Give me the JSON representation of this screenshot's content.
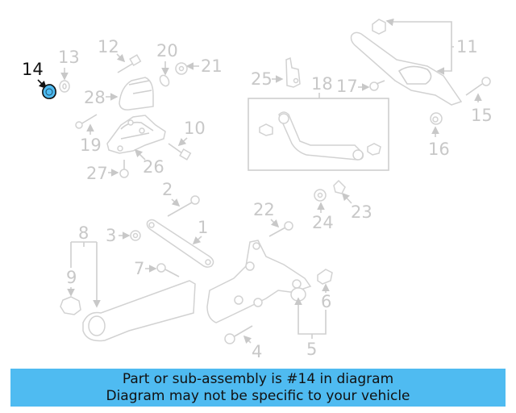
{
  "diagram": {
    "highlighted_part": "14",
    "highlight_color": "#4fbbf1",
    "label_color": "#c8c8c8",
    "callouts": [
      {
        "id": "1",
        "label": "1"
      },
      {
        "id": "2",
        "label": "2"
      },
      {
        "id": "3",
        "label": "3"
      },
      {
        "id": "4",
        "label": "4"
      },
      {
        "id": "5",
        "label": "5"
      },
      {
        "id": "6",
        "label": "6"
      },
      {
        "id": "7",
        "label": "7"
      },
      {
        "id": "8",
        "label": "8"
      },
      {
        "id": "9",
        "label": "9"
      },
      {
        "id": "10",
        "label": "10"
      },
      {
        "id": "11",
        "label": "11"
      },
      {
        "id": "12",
        "label": "12"
      },
      {
        "id": "13",
        "label": "13"
      },
      {
        "id": "14",
        "label": "14"
      },
      {
        "id": "15",
        "label": "15"
      },
      {
        "id": "16",
        "label": "16"
      },
      {
        "id": "17",
        "label": "17"
      },
      {
        "id": "18",
        "label": "18"
      },
      {
        "id": "19",
        "label": "19"
      },
      {
        "id": "20",
        "label": "20"
      },
      {
        "id": "21",
        "label": "21"
      },
      {
        "id": "22",
        "label": "22"
      },
      {
        "id": "23",
        "label": "23"
      },
      {
        "id": "24",
        "label": "24"
      },
      {
        "id": "25",
        "label": "25"
      },
      {
        "id": "26",
        "label": "26"
      },
      {
        "id": "27",
        "label": "27"
      },
      {
        "id": "28",
        "label": "28"
      }
    ]
  },
  "banner": {
    "line1": "Part or sub-assembly is #14 in diagram",
    "line2": "Diagram may not be specific to your vehicle",
    "background": "#4fbbf1"
  }
}
